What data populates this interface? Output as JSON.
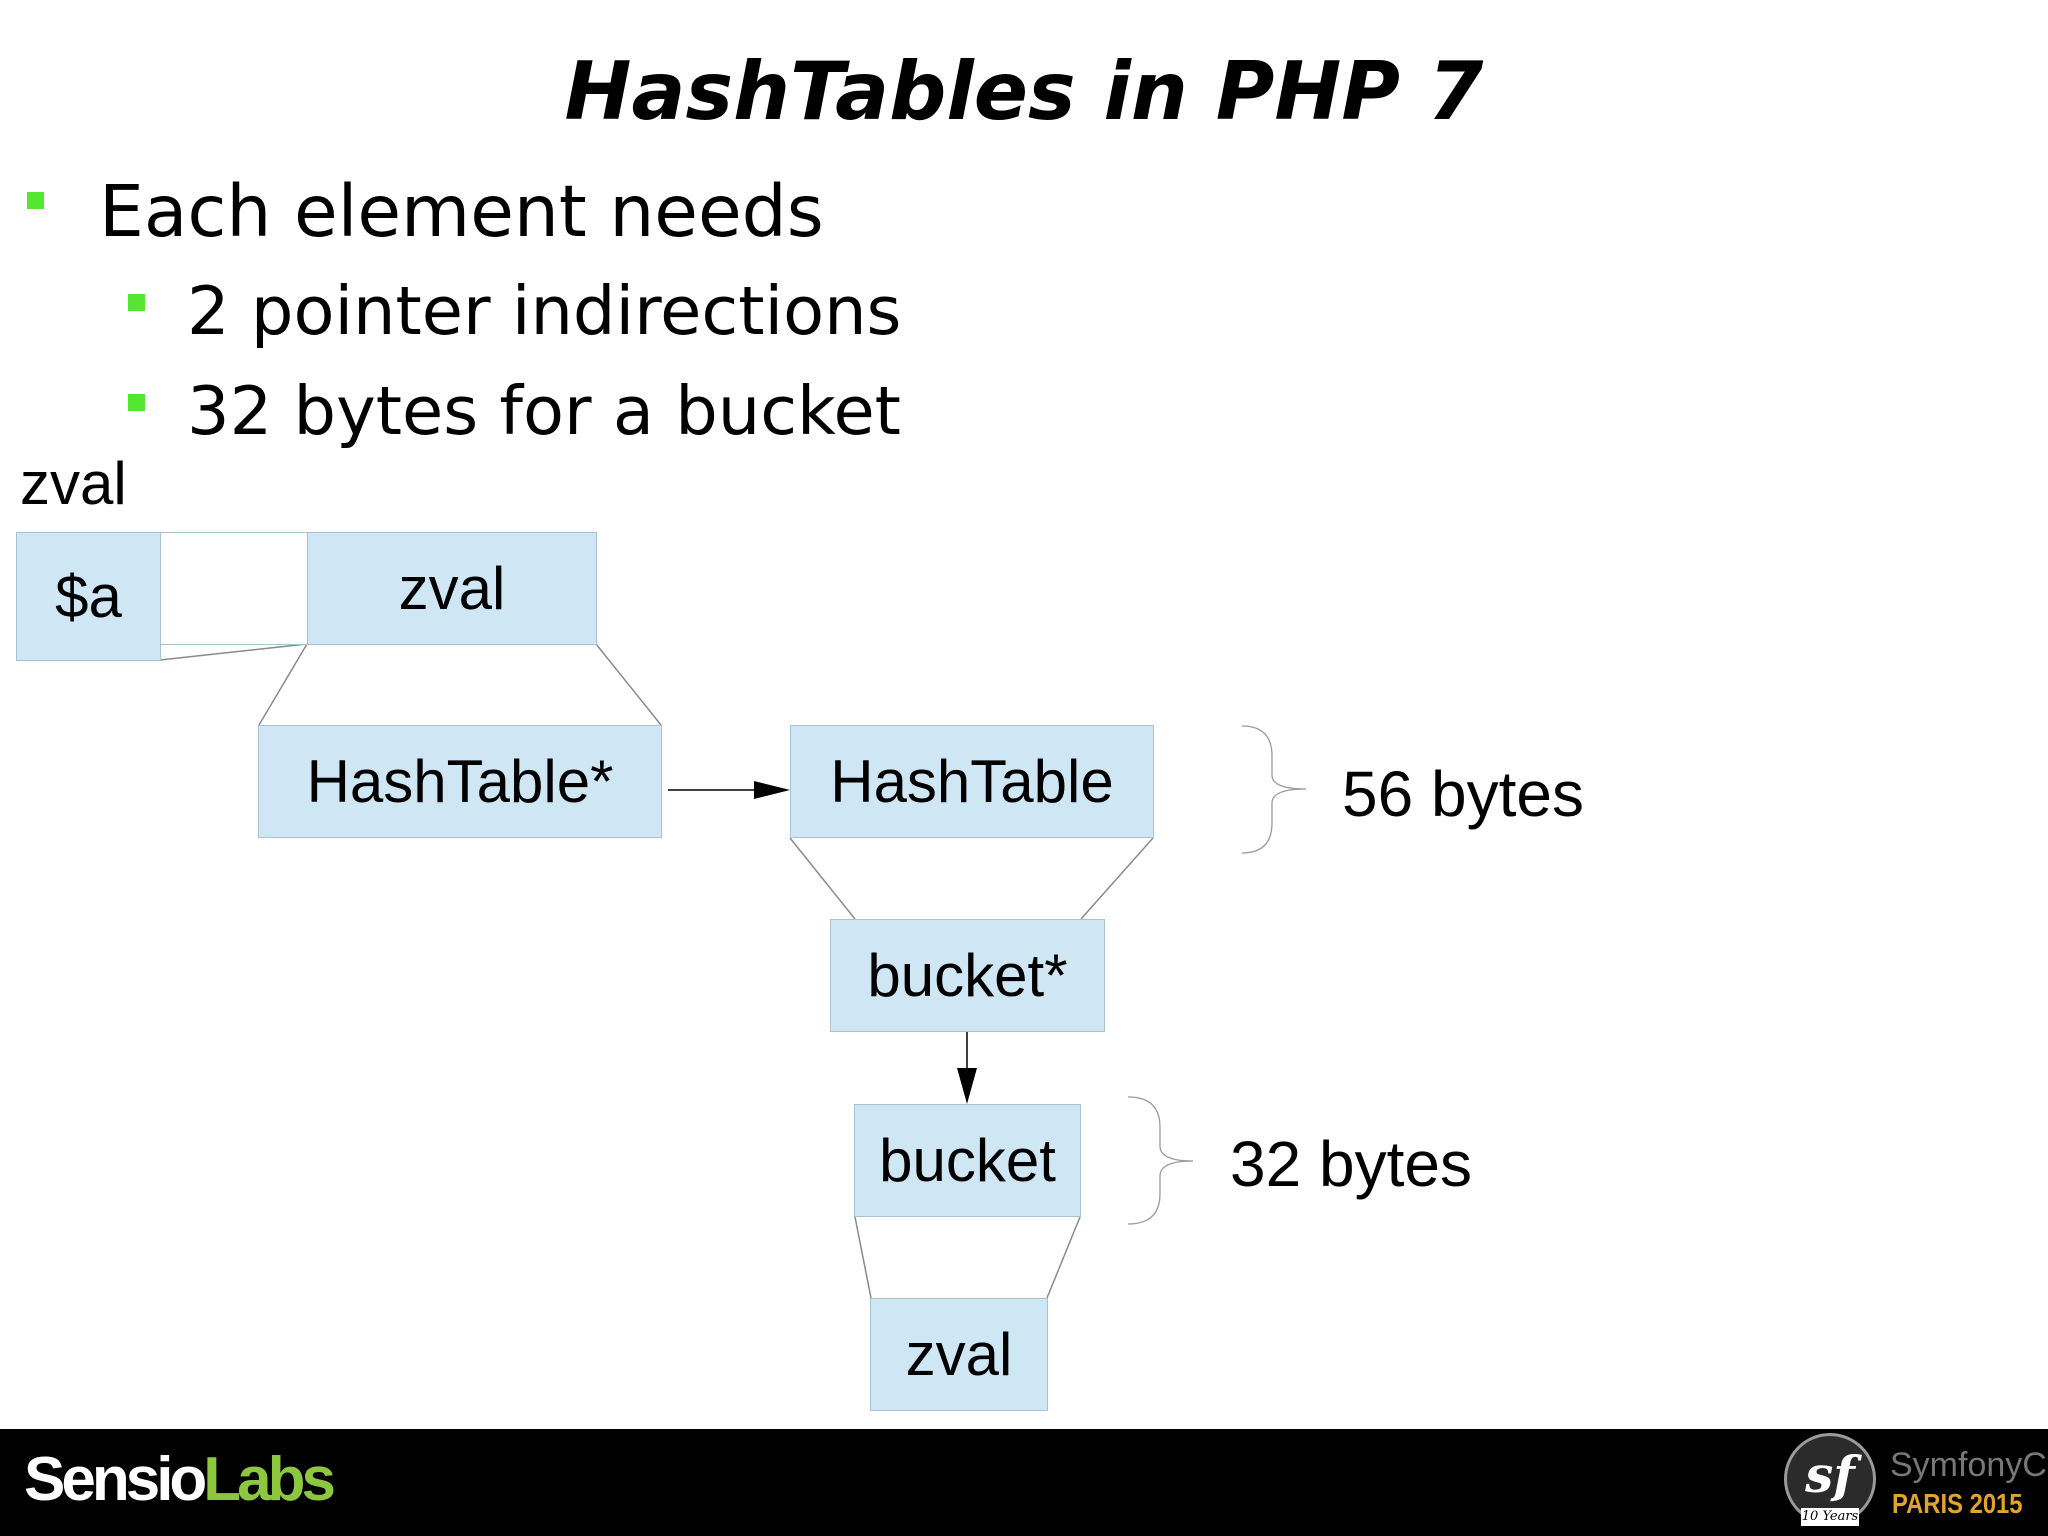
{
  "slide": {
    "title": "HashTables in PHP 7",
    "bullets": [
      {
        "text": "Each element needs",
        "level": 1
      },
      {
        "text": "2 pointer indirections",
        "level": 2
      },
      {
        "text": "32 bytes for a bucket",
        "level": 2
      }
    ]
  },
  "diagram": {
    "caption": "zval",
    "nodes": {
      "var": "$a",
      "zval_top": "zval",
      "hashtable_ptr": "HashTable*",
      "hashtable": "HashTable",
      "bucket_ptr": "bucket*",
      "bucket": "bucket",
      "zval_bottom": "zval"
    },
    "size_hashtable": "56 bytes",
    "size_bucket": "32 bytes",
    "box_color": "#cfe6f5"
  },
  "footer": {
    "brand_part1": "Sensio",
    "brand_part2": "Labs",
    "brand_color": "#8dc63f",
    "conf_icon": "symfony-sf-logo",
    "conf_glyph": "sf",
    "conf_ribbon": "10 Years",
    "conf_name": "SymfonyCon",
    "conf_city": "PARIS 2015",
    "conf_city_color": "#e2a32a"
  }
}
